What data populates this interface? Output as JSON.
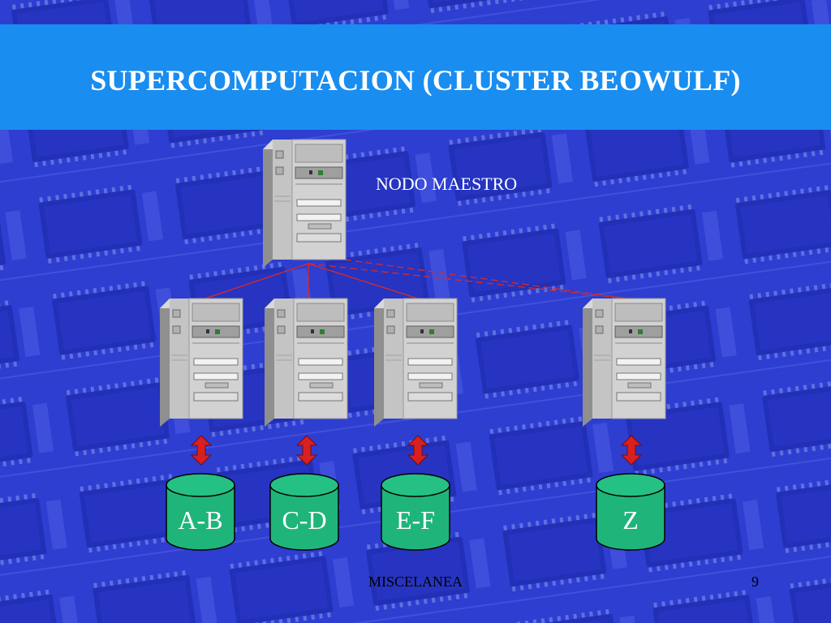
{
  "slide": {
    "title": "SUPERCOMPUTACION (CLUSTER BEOWULF)",
    "master_label": "NODO MAESTRO",
    "footer": "MISCELANEA",
    "page_number": "9"
  },
  "databases": [
    {
      "label": "A-B"
    },
    {
      "label": "C-D"
    },
    {
      "label": "E-F"
    },
    {
      "label": "Z"
    }
  ],
  "colors": {
    "background": "#2e3fd0",
    "title_band": "#1a8df0",
    "database_fill": "#1fb57a",
    "connector": "#d42a2a",
    "arrow": "#d82020"
  }
}
